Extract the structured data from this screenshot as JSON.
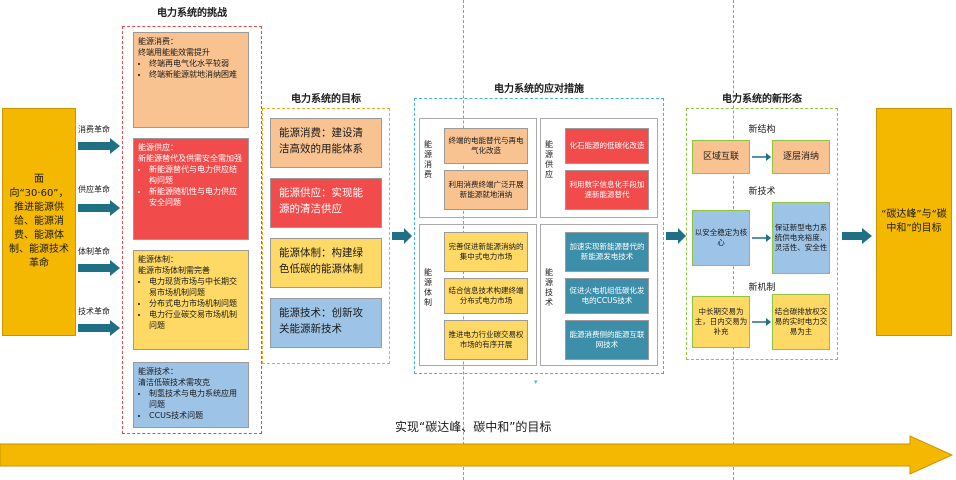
{
  "colors": {
    "gold": "#f5b800",
    "orange": "#f8c291",
    "red": "#f24b4b",
    "yellow": "#ffd966",
    "blue": "#9dc3e6",
    "teal": "#3d8ea9",
    "green": "#a8d27a",
    "arrow_teal": "#1f6f85"
  },
  "left_box": "面向“30·60”，推进能源供给、能源消费、能源体制、能源技术革命",
  "revolutions": [
    "消费革命",
    "供应革命",
    "体制革命",
    "技术革命"
  ],
  "challenges": {
    "title": "电力系统的挑战",
    "items": [
      {
        "head": "能源消费：",
        "sub": "终端用能能效需提升",
        "bullets": [
          "终端再电气化水平较弱",
          "终端新能源就地消纳困难"
        ]
      },
      {
        "head": "能源供应：",
        "sub": "新能源替代及供需安全需加强",
        "bullets": [
          "新能源替代与电力供应结构问题",
          "新能源随机性与电力供应安全问题"
        ]
      },
      {
        "head": "能源体制：",
        "sub": "能源市场体制需完善",
        "bullets": [
          "电力现货市场与中长期交易市场机制问题",
          "分布式电力市场机制问题",
          "电力行业碳交易市场机制问题"
        ]
      },
      {
        "head": "能源技术：",
        "sub": "清洁低碳技术需攻克",
        "bullets": [
          "制氢技术与电力系统应用问题",
          "CCUS技术问题"
        ]
      }
    ]
  },
  "goals": {
    "title": "电力系统的目标",
    "items": [
      "能源消费：建设清洁高效的用能体系",
      "能源供应：实现能源的清洁供应",
      "能源体制：构建绿色低碳的能源体制",
      "能源技术：创新攻关能源新技术"
    ]
  },
  "measures": {
    "title": "电力系统的应对措施",
    "quadrants": [
      {
        "label": "能源消费",
        "cells": [
          "终端的电能替代与再电气化改造",
          "利用消费终端广泛开展新能源就地消纳"
        ]
      },
      {
        "label": "能源供应",
        "cells": [
          "化石能源的低碳化改造",
          "利用数字信息化手段加速新能源替代"
        ]
      },
      {
        "label": "能源体制",
        "cells": [
          "完善促进新能源消纳的集中式电力市场",
          "结合信息技术构建终端分布式电力市场",
          "推进电力行业碳交易权市场的有序开展"
        ]
      },
      {
        "label": "能源技术",
        "cells": [
          "加速实现新能源替代的新能源发电技术",
          "促进火电机组低碳化发电的CCUS技术",
          "能源消费侧的能源互联网技术"
        ]
      }
    ]
  },
  "new_form": {
    "title": "电力系统的新形态",
    "sections": [
      {
        "head": "新结构",
        "left": "区域互联",
        "right": "逐层消纳"
      },
      {
        "head": "新技术",
        "left": "以安全稳定为核心",
        "right": "保证新型电力系统供电充裕度、灵活性、安全性"
      },
      {
        "head": "新机制",
        "left": "中长期交易为主，日内交易为补充",
        "right": "结合碳排放权交易的实时电力交易为主"
      }
    ]
  },
  "right_box": "“碳达峰”与“碳中和”的目标",
  "bottom_label": "实现“碳达峰、碳中和”的目标"
}
